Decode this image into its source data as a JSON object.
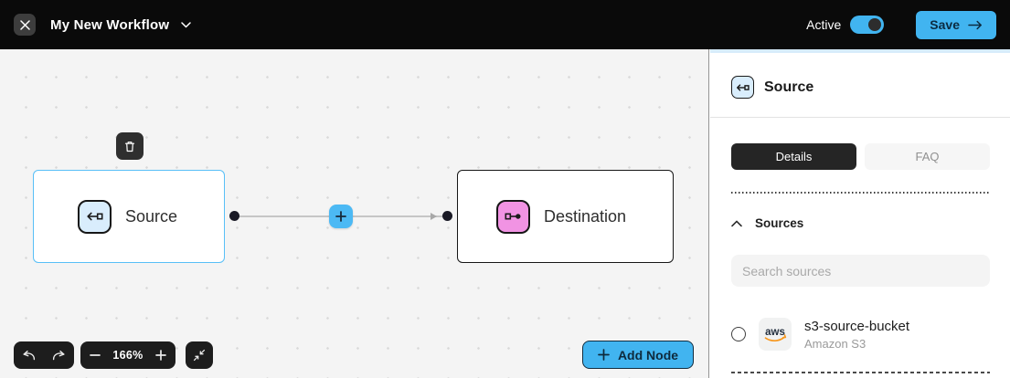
{
  "topbar": {
    "title": "My New Workflow",
    "active_label": "Active",
    "active_state": "on",
    "save_label": "Save"
  },
  "canvas": {
    "nodes": [
      {
        "label": "Source",
        "selected": true
      },
      {
        "label": "Destination",
        "selected": false
      }
    ],
    "controls": {
      "zoom_level": "166%",
      "add_node_label": "Add Node"
    }
  },
  "panel": {
    "title": "Source",
    "tabs": [
      {
        "label": "Details",
        "active": true
      },
      {
        "label": "FAQ",
        "active": false
      }
    ],
    "sources_section": {
      "label": "Sources",
      "search_placeholder": "Search sources",
      "items": [
        {
          "name": "s3-source-bucket",
          "connector": "Amazon S3",
          "logo_text": "aws",
          "selected": false
        }
      ]
    }
  },
  "icons": [
    "close-icon",
    "chevron-down-icon",
    "arrow-right-icon",
    "trash-icon",
    "source-glyph-icon",
    "destination-glyph-icon",
    "plus-icon",
    "undo-icon",
    "redo-icon",
    "minus-icon",
    "fit-view-icon",
    "chevron-up-icon",
    "aws-logo-icon",
    "radio-circle"
  ],
  "colors": {
    "topbar_bg": "#0a0a0a",
    "accent_blue": "#41b4f0",
    "node_selected_border": "#58bff7",
    "source_icon_bg": "#d9edfc",
    "destination_icon_bg": "#f193e3",
    "canvas_bg": "#f4f4f4",
    "aws_orange": "#f7981f"
  }
}
